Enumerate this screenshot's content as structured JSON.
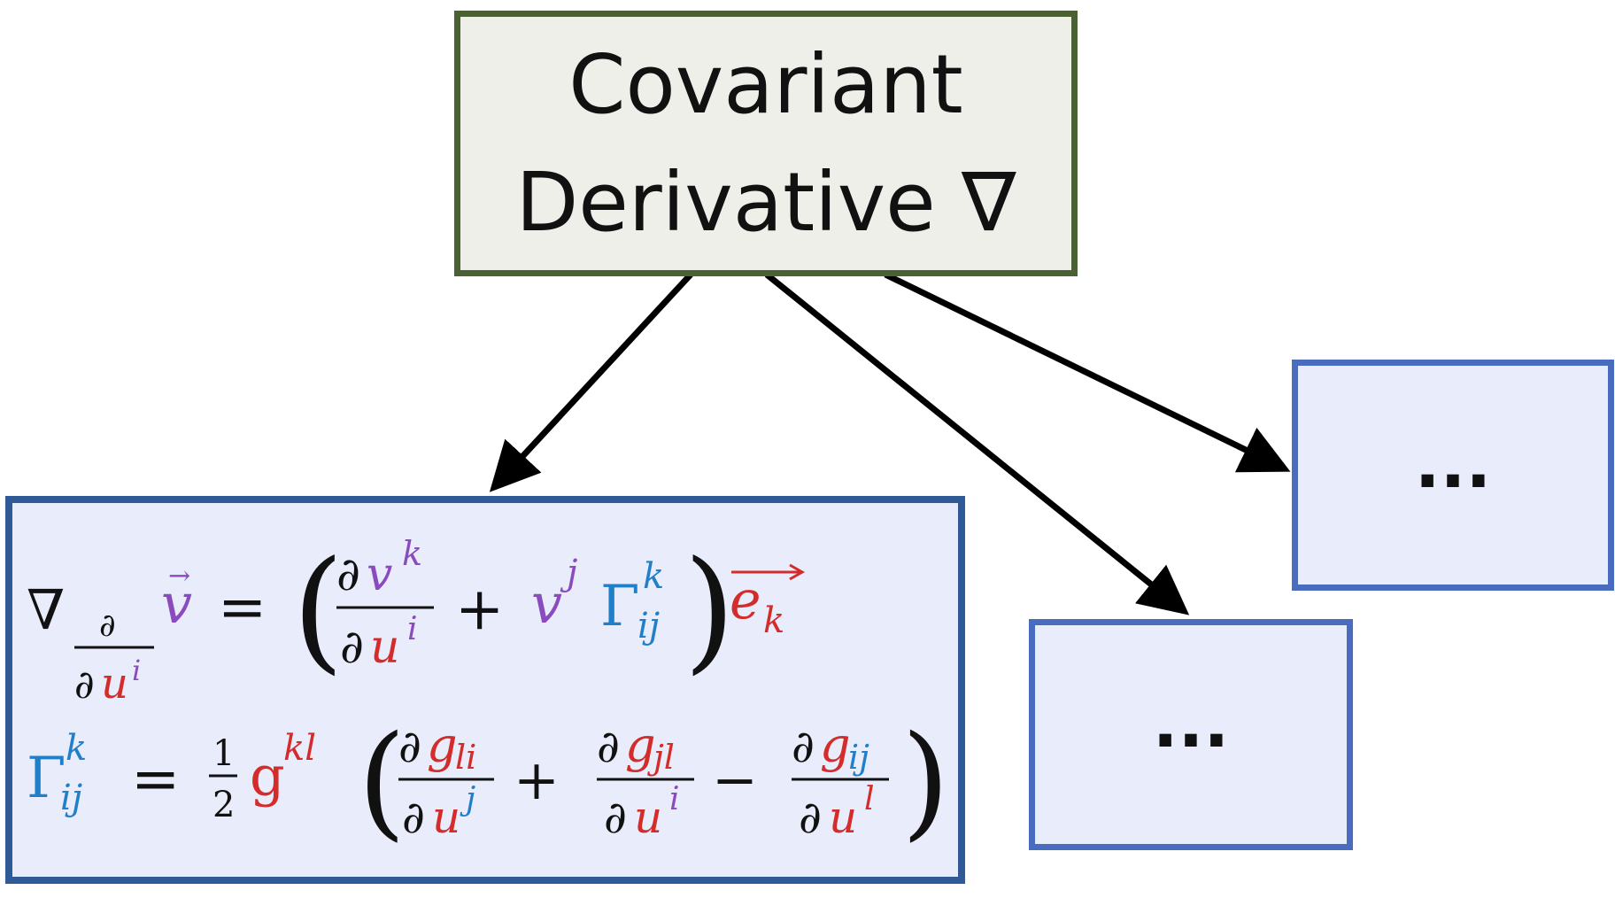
{
  "root": {
    "line1": "Covariant",
    "line2": "Derivative ∇"
  },
  "placeholders": {
    "top_right": "...",
    "bottom_right": "..."
  },
  "formula": {
    "nabla": "∇",
    "partial": "∂",
    "u": "u",
    "i": "i",
    "j": "j",
    "k": "k",
    "l": "l",
    "v": "v",
    "arrow": "→",
    "equals": "=",
    "plus": "+",
    "minus": "−",
    "gamma": "Γ",
    "ij": "ij",
    "e": "e",
    "one": "1",
    "two": "2",
    "g_metric": "g",
    "kl": "kl",
    "g": "g",
    "li": "li",
    "jl": "jl",
    "lparen": "(",
    "rparen": ")"
  },
  "colors": {
    "root_border": "#4a6233",
    "root_fill": "#eeefe9",
    "formula_border": "#2f5a96",
    "placeholder_border": "#4a6cbe",
    "box_fill": "#e9ecfb",
    "purple": "#8a4bbf",
    "blue": "#1f7fc9",
    "red": "#d42b2b",
    "black": "#111111"
  }
}
